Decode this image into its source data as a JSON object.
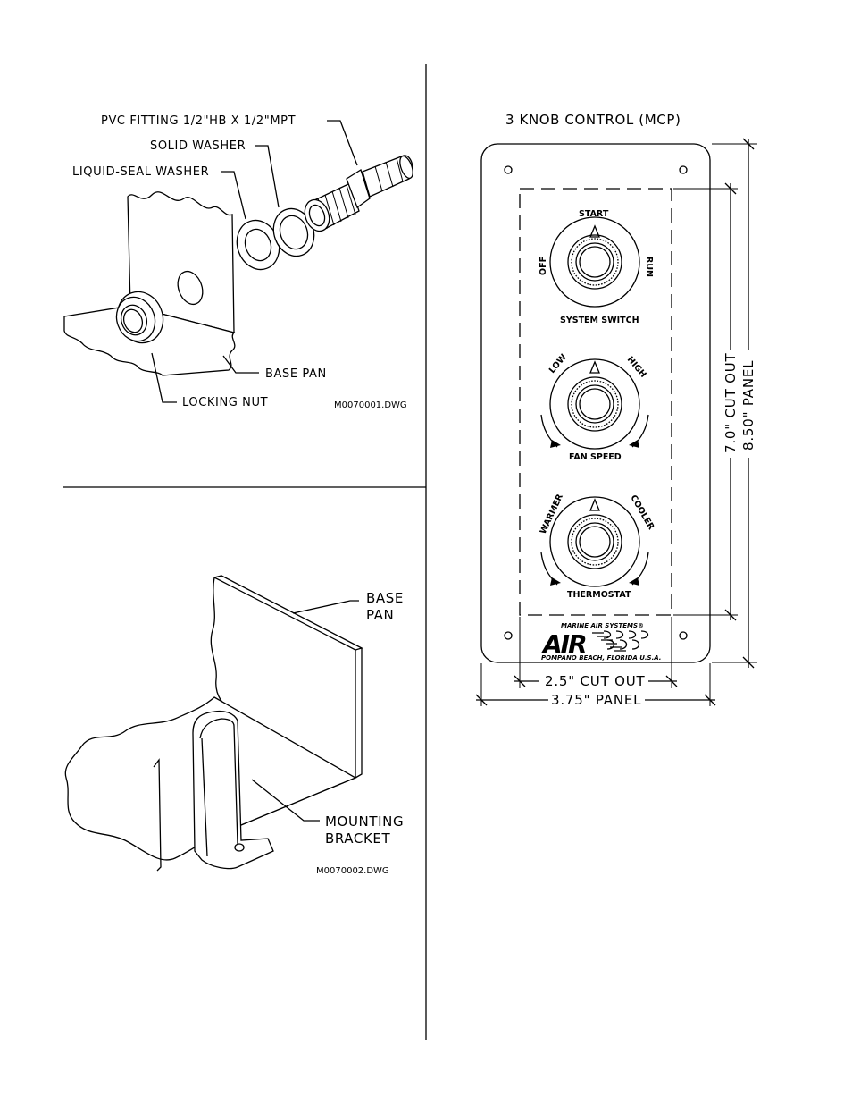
{
  "fig1": {
    "labels": {
      "fitting": "PVC FITTING 1/2\"HB X 1/2\"MPT",
      "solid_washer": "SOLID WASHER",
      "liquid_seal_washer": "LIQUID-SEAL WASHER",
      "base_pan": "BASE PAN",
      "locking_nut": "LOCKING NUT"
    },
    "dwg": "M0070001.DWG"
  },
  "fig2": {
    "labels": {
      "base_pan_line1": "BASE",
      "base_pan_line2": "PAN",
      "bracket_line1": "MOUNTING",
      "bracket_line2": "BRACKET"
    },
    "dwg": "M0070002.DWG"
  },
  "fig3": {
    "title": "3 KNOB CONTROL (MCP)",
    "knob1": {
      "top": "START",
      "left": "OFF",
      "right": "RUN",
      "name": "SYSTEM SWITCH"
    },
    "knob2": {
      "left": "LOW",
      "right": "HIGH",
      "name": "FAN SPEED"
    },
    "knob3": {
      "left": "WARMER",
      "right": "COOLER",
      "name": "THERMOSTAT"
    },
    "logo": {
      "top": "MARINE AIR SYSTEMS®",
      "mark": "AIR",
      "bottom": "POMPANO BEACH, FLORIDA U.S.A."
    },
    "dimensions": {
      "cutout_width": "2.5\" CUT OUT",
      "panel_width": "3.75\" PANEL",
      "cutout_height": "7.0\" CUT OUT",
      "panel_height": "8.50\" PANEL"
    }
  }
}
